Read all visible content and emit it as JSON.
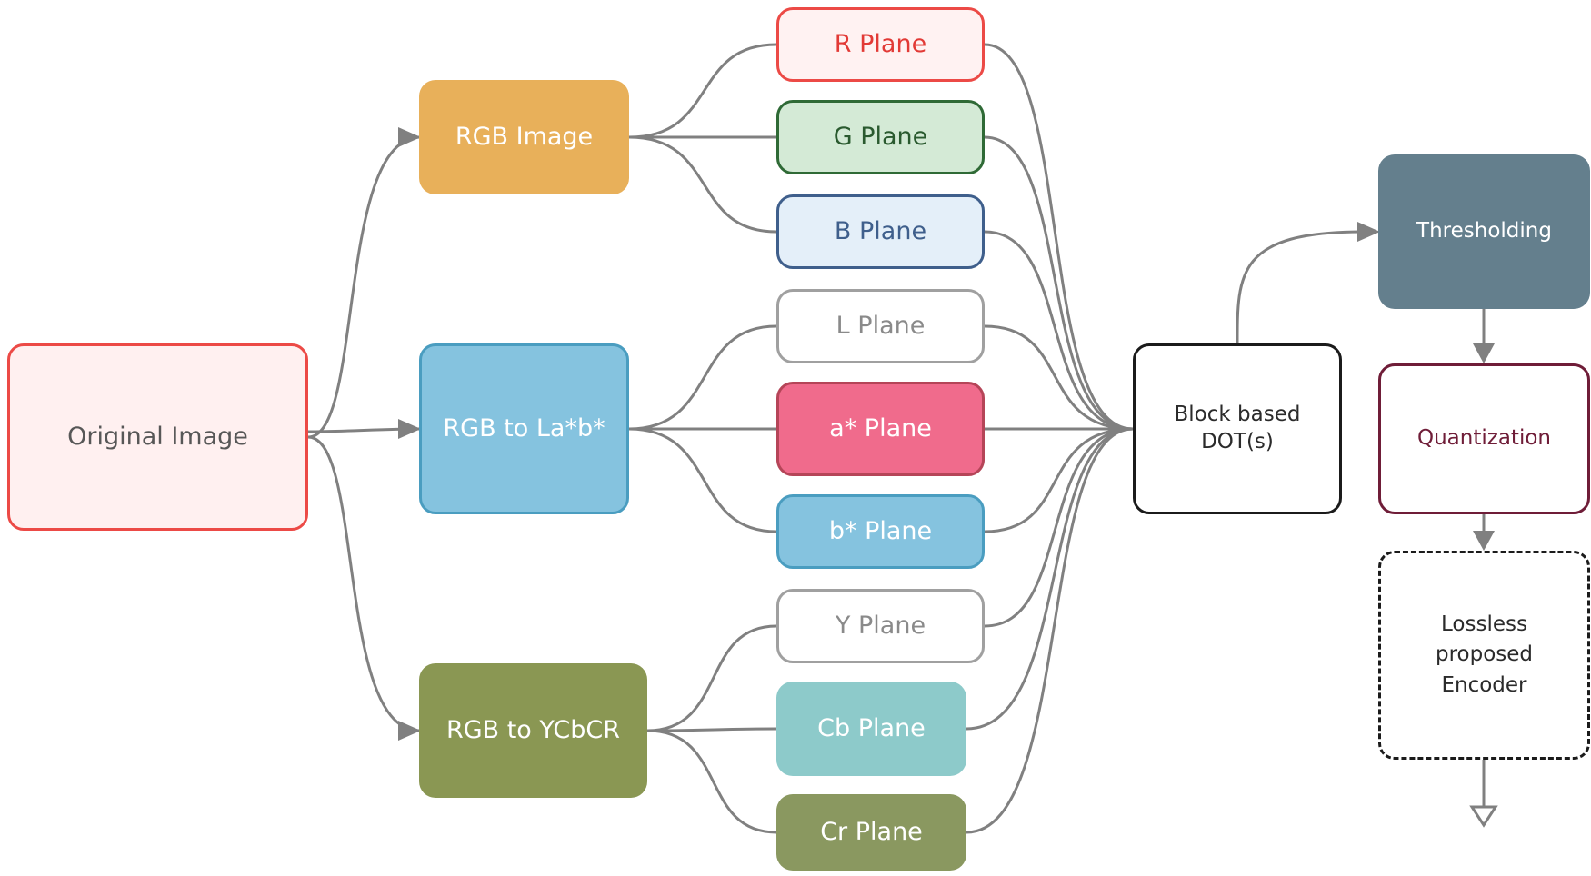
{
  "nodes": {
    "original_image": "Original Image",
    "rgb_image": "RGB Image",
    "rgb_to_lab": "RGB to La*b*",
    "rgb_to_ycbcr": "RGB to YCbCR",
    "r_plane": "R Plane",
    "g_plane": "G Plane",
    "b_plane": "B Plane",
    "l_plane": "L Plane",
    "a_star_plane": "a* Plane",
    "b_star_plane": "b* Plane",
    "y_plane": "Y Plane",
    "cb_plane": "Cb Plane",
    "cr_plane": "Cr Plane",
    "block_dot": "Block based\nDOT(s)",
    "thresholding": "Thresholding",
    "quantization": "Quantization",
    "encoder": "Lossless\nproposed\nEncoder"
  },
  "colors": {
    "connector": "#808080",
    "original_border": "#ec4a46",
    "rgb_image_fill": "#e8b05a",
    "lab_fill": "#85c3df",
    "ycbcr_fill": "#8a9753",
    "a_star_fill": "#f06b8c",
    "thresholding_fill": "#647f8d",
    "quantization_border": "#6f1d38"
  }
}
